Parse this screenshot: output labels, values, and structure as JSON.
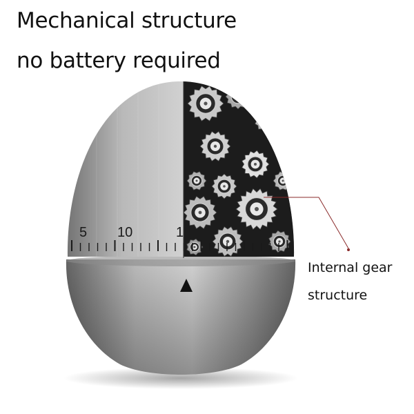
{
  "headline": {
    "line1": "Mechanical structure",
    "line2": "no battery required"
  },
  "callout": {
    "line1": "Internal gear",
    "line2": "structure"
  },
  "dial": {
    "labels": [
      "5",
      "10",
      "1"
    ]
  },
  "colors": {
    "text": "#111111",
    "steel_light": "#d9d9d9",
    "steel_mid": "#9a9a9a",
    "steel_dark": "#5a5a5a",
    "gear_bg": "#1c1c1c",
    "callout_line": "#8a2a2a"
  }
}
